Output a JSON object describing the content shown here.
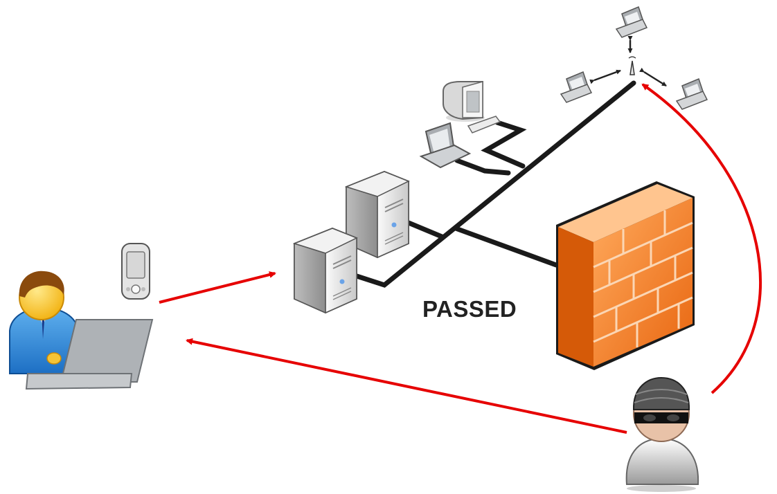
{
  "diagram": {
    "label": "PASSED",
    "colors": {
      "attack_arrow": "#e60000",
      "network_cable": "#1a1a1a",
      "firewall": "#f07a1c",
      "firewall_mortar": "#fbd6b4"
    },
    "nodes": [
      {
        "name": "user-with-laptop",
        "icon": "user-laptop-icon"
      },
      {
        "name": "pda-device",
        "icon": "pda-icon"
      },
      {
        "name": "server-front",
        "icon": "server-icon"
      },
      {
        "name": "server-back",
        "icon": "server-icon"
      },
      {
        "name": "desktop-workstation",
        "icon": "desktop-computer-icon"
      },
      {
        "name": "laptop-workstation",
        "icon": "laptop-icon"
      },
      {
        "name": "wireless-access-point",
        "icon": "antenna-icon"
      },
      {
        "name": "wireless-laptops",
        "icon": "laptop-icon"
      },
      {
        "name": "firewall",
        "icon": "brick-firewall-icon"
      },
      {
        "name": "attacker",
        "icon": "hacker-icon"
      }
    ]
  }
}
